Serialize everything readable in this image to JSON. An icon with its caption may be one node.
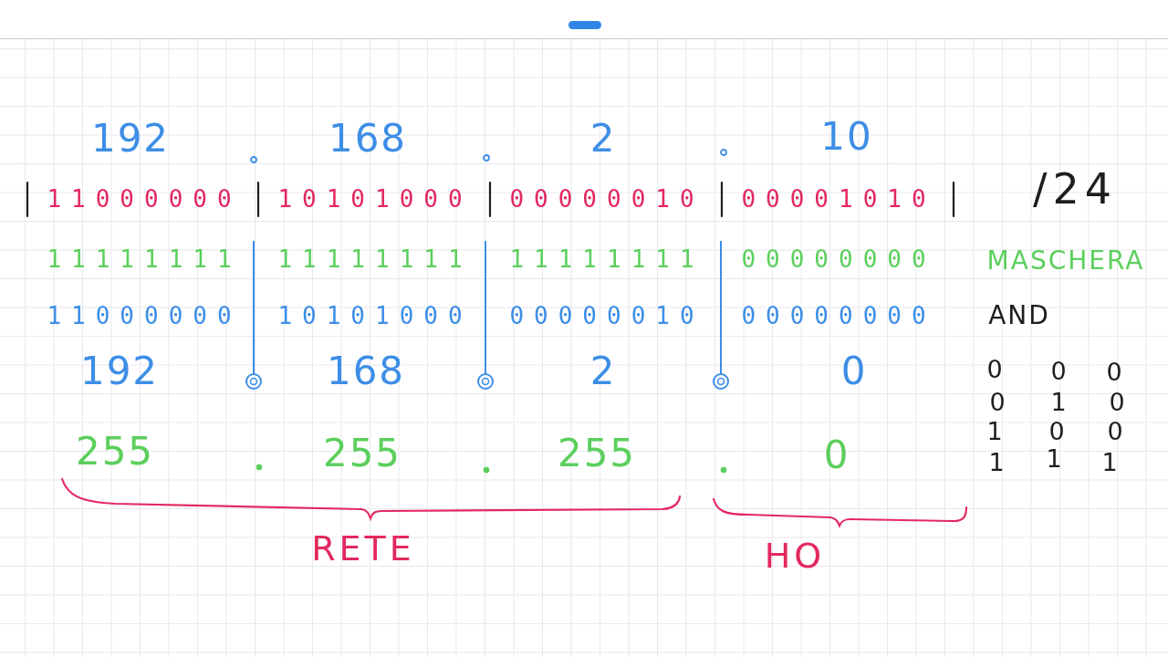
{
  "diagram": {
    "labels": [
      "192",
      "168",
      "2",
      "10",
      "11000000",
      "10101000",
      "00000010",
      "00001010",
      "/24",
      "11111111",
      "11111111",
      "11111111",
      "00000000",
      "MASCHERA",
      "11000000",
      "10101000",
      "00000010",
      "00000000",
      "AND",
      "192",
      "168",
      "2",
      "0",
      "0",
      "0",
      "0",
      "0",
      "1",
      "0",
      "1",
      "0",
      "0",
      "1",
      "1",
      "1",
      "255",
      "255",
      "255",
      "0",
      "RETE",
      "HO"
    ]
  }
}
